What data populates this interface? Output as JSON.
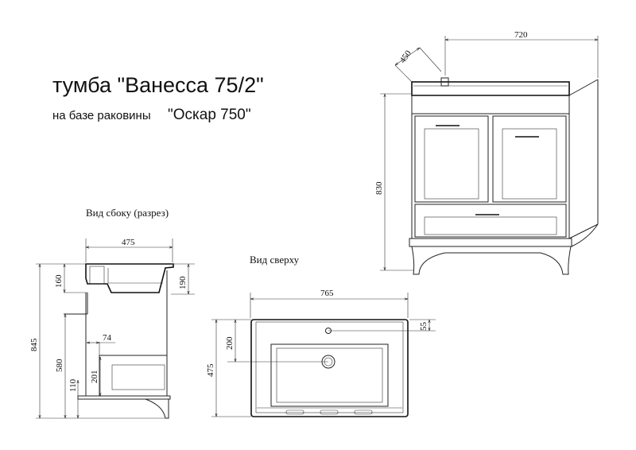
{
  "title": "тумба \"Ванесса 75/2\"",
  "subtitle_prefix": "на базе раковины",
  "subtitle_model": "\"Оскар 750\"",
  "views": {
    "side_caption": "Вид сбоку (разрез)",
    "top_caption": "Вид сверху"
  },
  "dimensions": {
    "front_width": "720",
    "front_depth": "450",
    "front_height": "830",
    "side_depth": "475",
    "side_total_height": "845",
    "side_sink_height_left": "160",
    "side_sink_height_right": "190",
    "side_lower_height": "580",
    "side_leg_height": "110",
    "side_drawer_height": "201",
    "side_drawer_offset": "74",
    "top_width": "765",
    "top_depth": "475",
    "top_drain_offset": "200",
    "top_faucet_offset": "55"
  }
}
